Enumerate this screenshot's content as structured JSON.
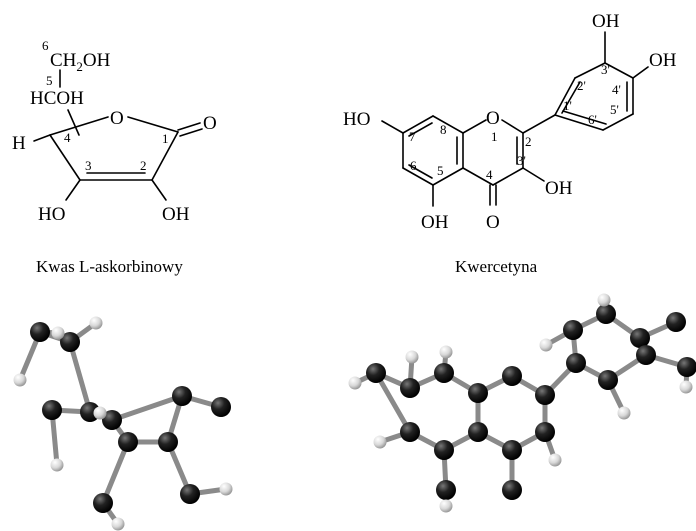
{
  "ascorbic": {
    "caption": "Kwas L-askorbinowy",
    "labels": {
      "ch2oh": "CH",
      "ch2oh_sub": "2",
      "ch2oh_tail": "OH",
      "hcoh": "HCOH",
      "h": "H",
      "ring_o": "O",
      "carbonyl_o": "O",
      "ho3": "HO",
      "oh2": "OH"
    },
    "numbers": {
      "n1": "1",
      "n2": "2",
      "n3": "3",
      "n4": "4",
      "n5": "5",
      "n6": "6"
    }
  },
  "quercetin": {
    "caption": "Kwercetyna",
    "labels": {
      "ho7": "HO",
      "o1": "O",
      "oh3": "OH",
      "oh5": "OH",
      "o4": "O",
      "oh3p": "OH",
      "oh4p": "OH"
    },
    "numbers": {
      "n1": "1",
      "n2": "2",
      "n3": "3'",
      "n4": "4",
      "n5": "5",
      "n6": "6",
      "n7": "7",
      "n8": "8",
      "n1p": "1'",
      "n2p": "2'",
      "n3p": "3'",
      "n4p": "4'",
      "n5p": "5'",
      "n6p": "6'"
    }
  }
}
